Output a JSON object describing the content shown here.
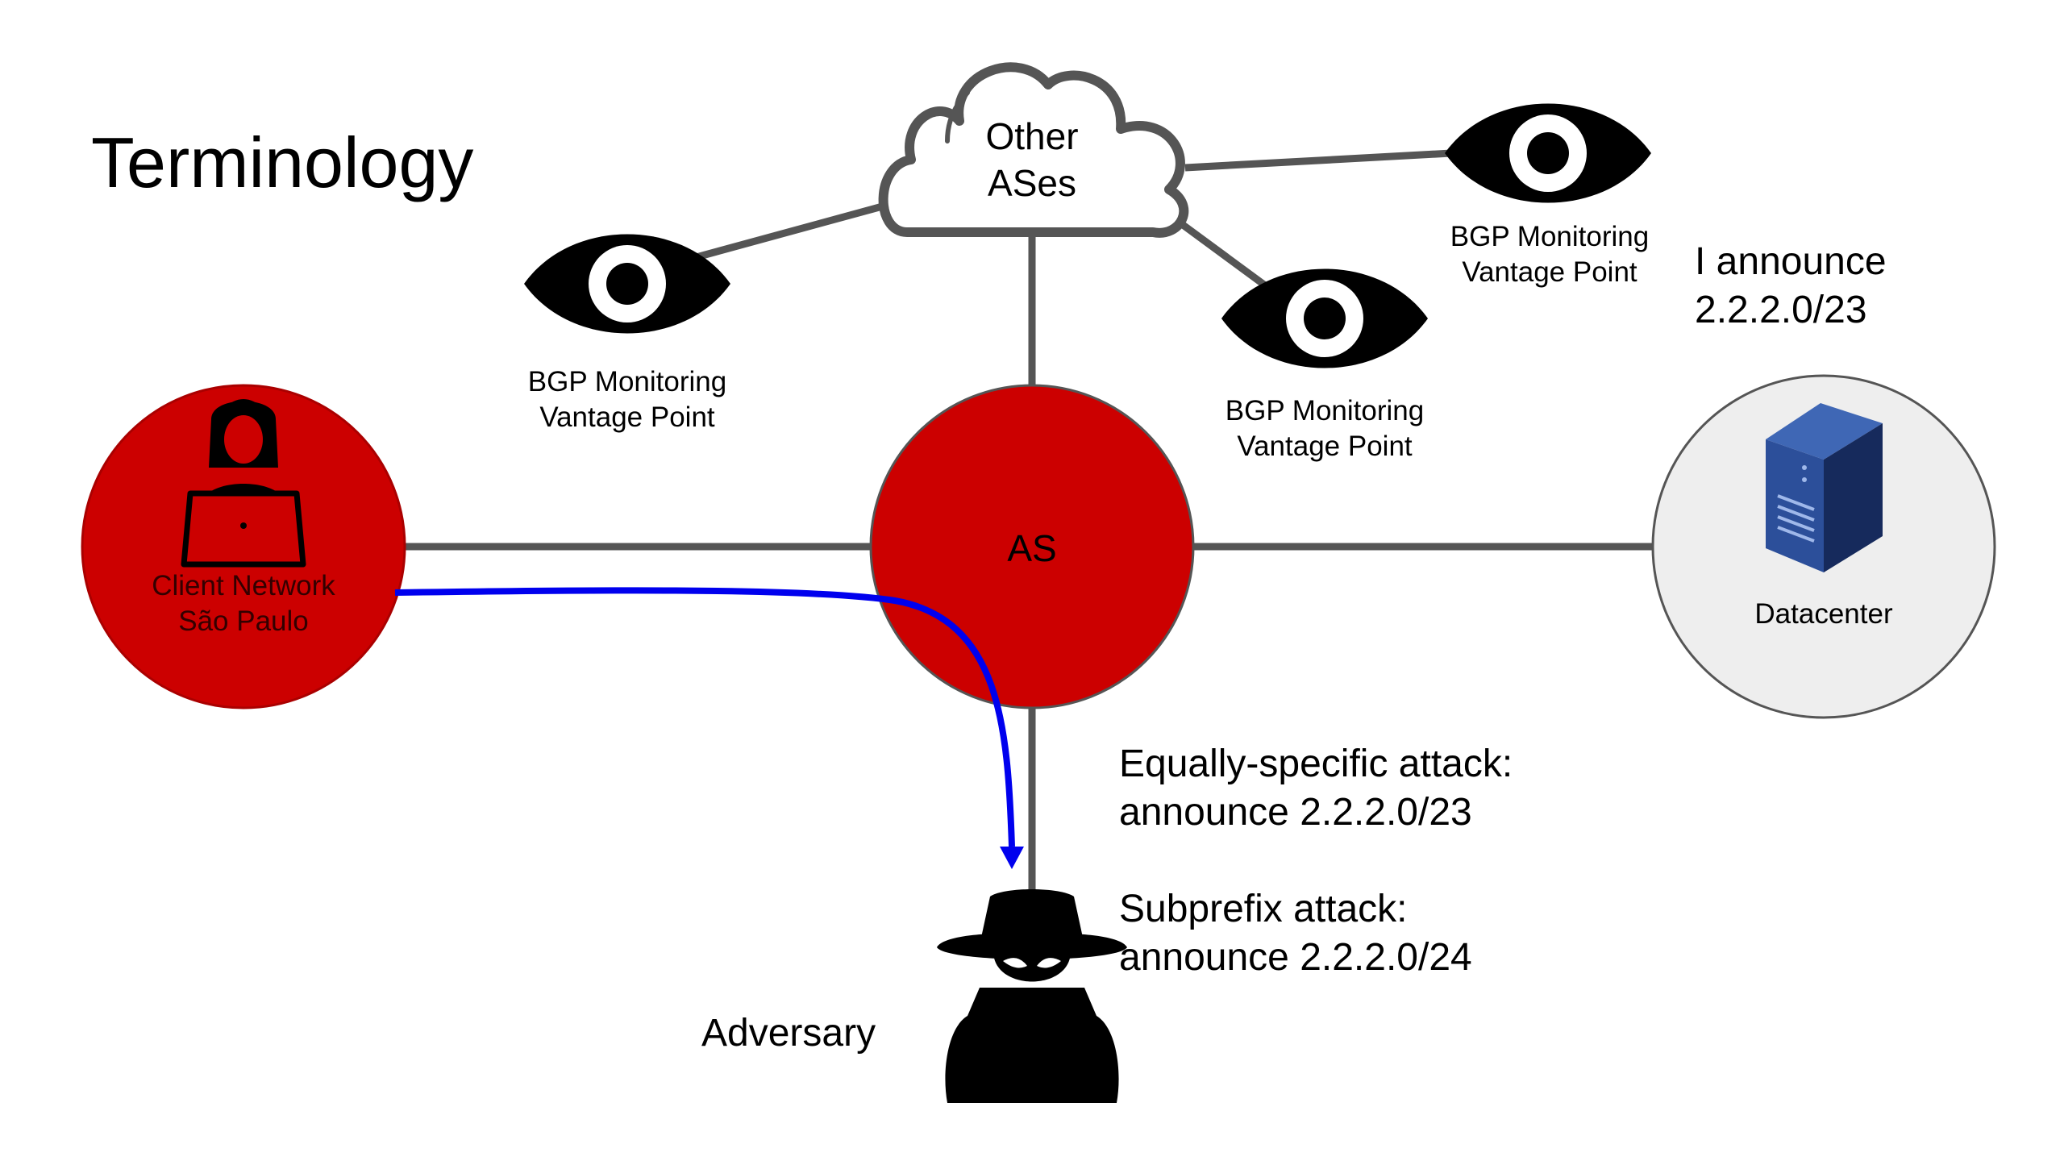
{
  "title": "Terminology",
  "cloud": {
    "line1": "Other",
    "line2": "ASes"
  },
  "vantage_points": [
    {
      "line1": "BGP Monitoring",
      "line2": "Vantage Point"
    },
    {
      "line1": "BGP Monitoring",
      "line2": "Vantage Point"
    },
    {
      "line1": "BGP Monitoring",
      "line2": "Vantage Point"
    }
  ],
  "client": {
    "line1": "Client Network",
    "line2": "São Paulo"
  },
  "as_node": {
    "label": "AS"
  },
  "datacenter": {
    "label": "Datacenter"
  },
  "owner_announcement": {
    "line1": "I announce",
    "line2": "2.2.2.0/23"
  },
  "adversary": {
    "label": "Adversary"
  },
  "attacks": [
    {
      "line1": "Equally-specific attack:",
      "line2": "announce 2.2.2.0/23"
    },
    {
      "line1": "Subprefix attack:",
      "line2": "announce 2.2.2.0/24"
    }
  ],
  "colors": {
    "node_red": "#cc0000",
    "datacenter_fill": "#eeeeee",
    "link": "#555555",
    "path_arrow": "#0000ee",
    "server_blue": "#1f3a7a"
  },
  "icons": {
    "vantage_point": "eye-icon",
    "client": "user-laptop-icon",
    "datacenter": "server-rack-icon",
    "adversary": "spy-icon",
    "cloud": "cloud-icon"
  }
}
